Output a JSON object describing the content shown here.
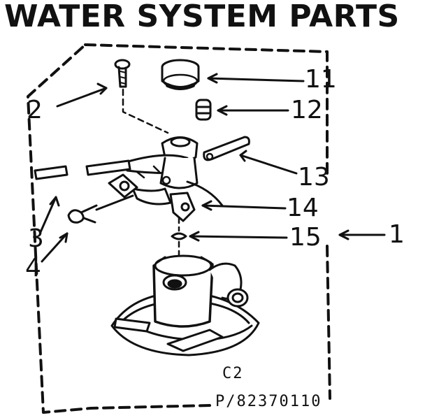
{
  "title": "WATER SYSTEM PARTS",
  "callouts": {
    "c1": "1",
    "c2": "2",
    "c3": "3",
    "c4": "4",
    "c11": "11",
    "c12": "12",
    "c13": "13",
    "c14": "14",
    "c15": "15"
  },
  "footer": {
    "section_code": "C2",
    "part_number": "P/82370110"
  }
}
